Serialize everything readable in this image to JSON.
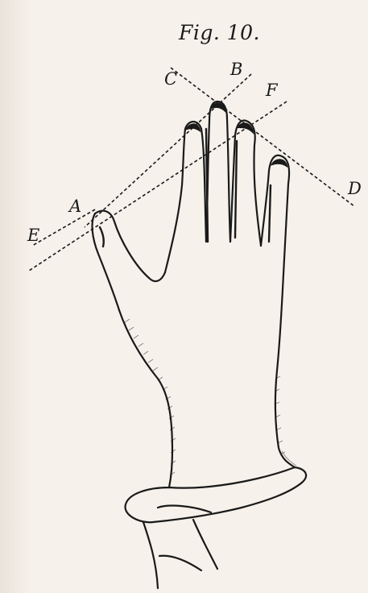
{
  "figure": {
    "title": "Fig. 10.",
    "labels": {
      "A": "A",
      "B": "B",
      "C": "C",
      "D": "D",
      "E": "E",
      "F": "F"
    }
  },
  "colors": {
    "paper": "#f6f1ea",
    "ink": "#1a1a1a"
  }
}
